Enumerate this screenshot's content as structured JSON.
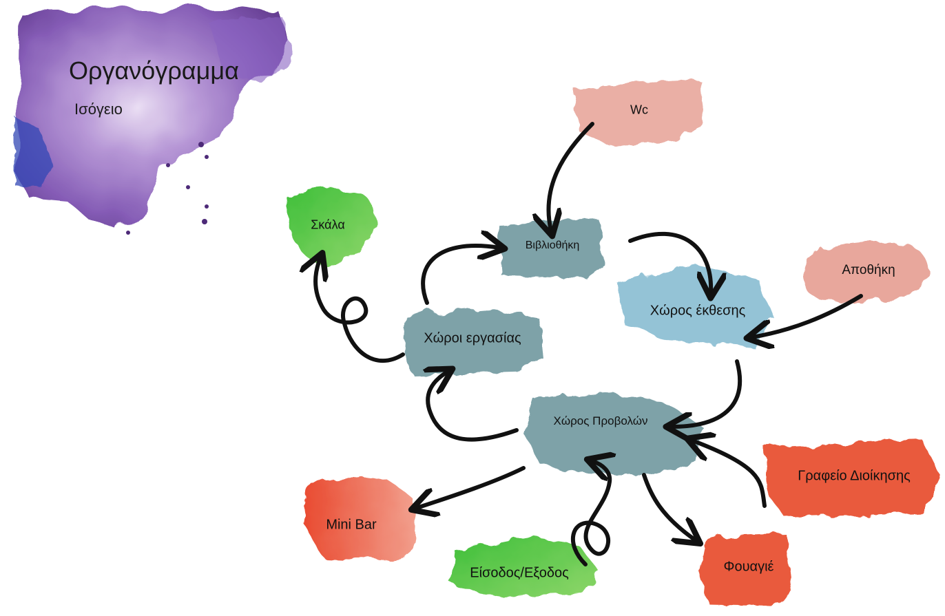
{
  "header": {
    "title": "Οργανόγραμμα",
    "subtitle": "Ισόγειο"
  },
  "colors": {
    "purple_splash": "#7b4fb0",
    "purple_dark": "#5a2f8a",
    "blue_accent": "#3346b5",
    "teal": "#7ea2a8",
    "light_blue": "#94c3d6",
    "pink": "#e8a79c",
    "red": "#e95a3c",
    "green": "#5bc94a",
    "arrow": "#111111"
  },
  "nodes": {
    "wc": "Wc",
    "vivliothiki": "Βιβλιοθήκη",
    "skala": "Σκάλα",
    "xoros_ekthesis": "Χώρος έκθεσης",
    "apothiki": "Αποθήκη",
    "xoroi_ergasias": "Χώροι εργασίας",
    "xoros_provolon": "Χώρος Προβολών",
    "grafeio_dioikisis": "Γραφείο Διοίκησης",
    "mini_bar": "Mini Bar",
    "fouagie": "Φουαγιέ",
    "eisodos_exodos": "Είσοδος/Εξοδος"
  },
  "edges": [
    {
      "from": "Wc",
      "to": "Βιβλιοθήκη"
    },
    {
      "from": "Βιβλιοθήκη",
      "to": "Χώρος έκθεσης"
    },
    {
      "from": "Αποθήκη",
      "to": "Χώρος έκθεσης"
    },
    {
      "from": "Χώροι εργασίας",
      "to": "Βιβλιοθήκη"
    },
    {
      "from": "Χώροι εργασίας",
      "to": "Σκάλα"
    },
    {
      "from": "Χώρος έκθεσης",
      "to": "Χώρος Προβολών"
    },
    {
      "from": "Χώρος Προβολών",
      "to": "Χώροι εργασίας"
    },
    {
      "from": "Γραφείο Διοίκησης",
      "to": "Χώρος Προβολών"
    },
    {
      "from": "Χώρος Προβολών",
      "to": "Mini Bar"
    },
    {
      "from": "Χώρος Προβολών",
      "to": "Φουαγιέ"
    },
    {
      "from": "Είσοδος/Εξοδος",
      "to": "Χώρος Προβολών"
    }
  ]
}
